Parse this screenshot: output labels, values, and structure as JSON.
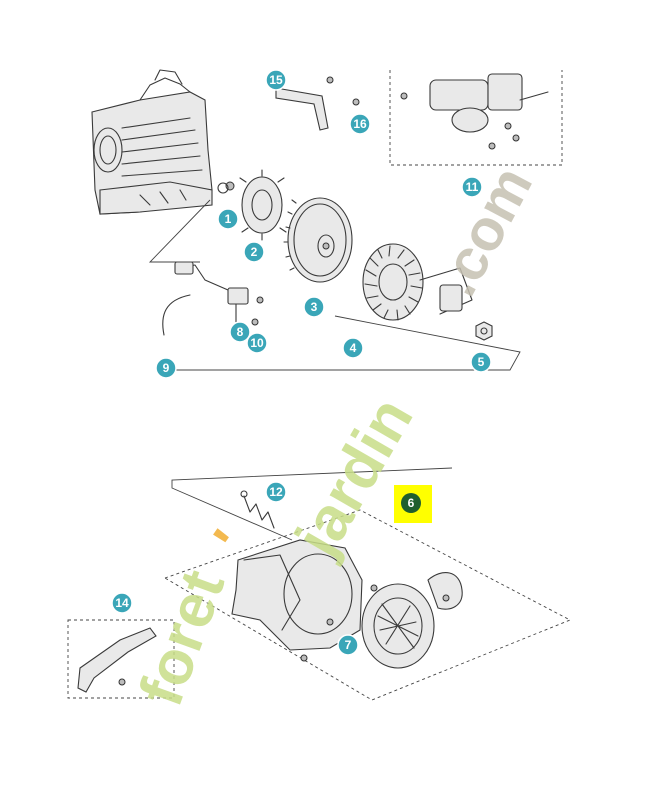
{
  "callouts": [
    {
      "id": "c1",
      "label": "1"
    },
    {
      "id": "c2",
      "label": "2"
    },
    {
      "id": "c3",
      "label": "3"
    },
    {
      "id": "c4",
      "label": "4"
    },
    {
      "id": "c5",
      "label": "5"
    },
    {
      "id": "c7",
      "label": "7"
    },
    {
      "id": "c8",
      "label": "8"
    },
    {
      "id": "c9",
      "label": "9"
    },
    {
      "id": "c10",
      "label": "10"
    },
    {
      "id": "c11",
      "label": "11"
    },
    {
      "id": "c12",
      "label": "12"
    },
    {
      "id": "c14",
      "label": "14"
    },
    {
      "id": "c15",
      "label": "15"
    },
    {
      "id": "c16",
      "label": "16"
    }
  ],
  "highlight": {
    "label": "6"
  },
  "watermark": {
    "left": "foret",
    "apostrophe": "'",
    "right": "jardin",
    "tail": ".com"
  },
  "colors": {
    "callout": "#3aa6b8",
    "highlight_bg": "#ffff00",
    "highlight_badge": "#1f5f2e",
    "watermark_green": "#c8de88",
    "watermark_orange": "#f2b23c",
    "watermark_gray": "#c6c1b2"
  }
}
